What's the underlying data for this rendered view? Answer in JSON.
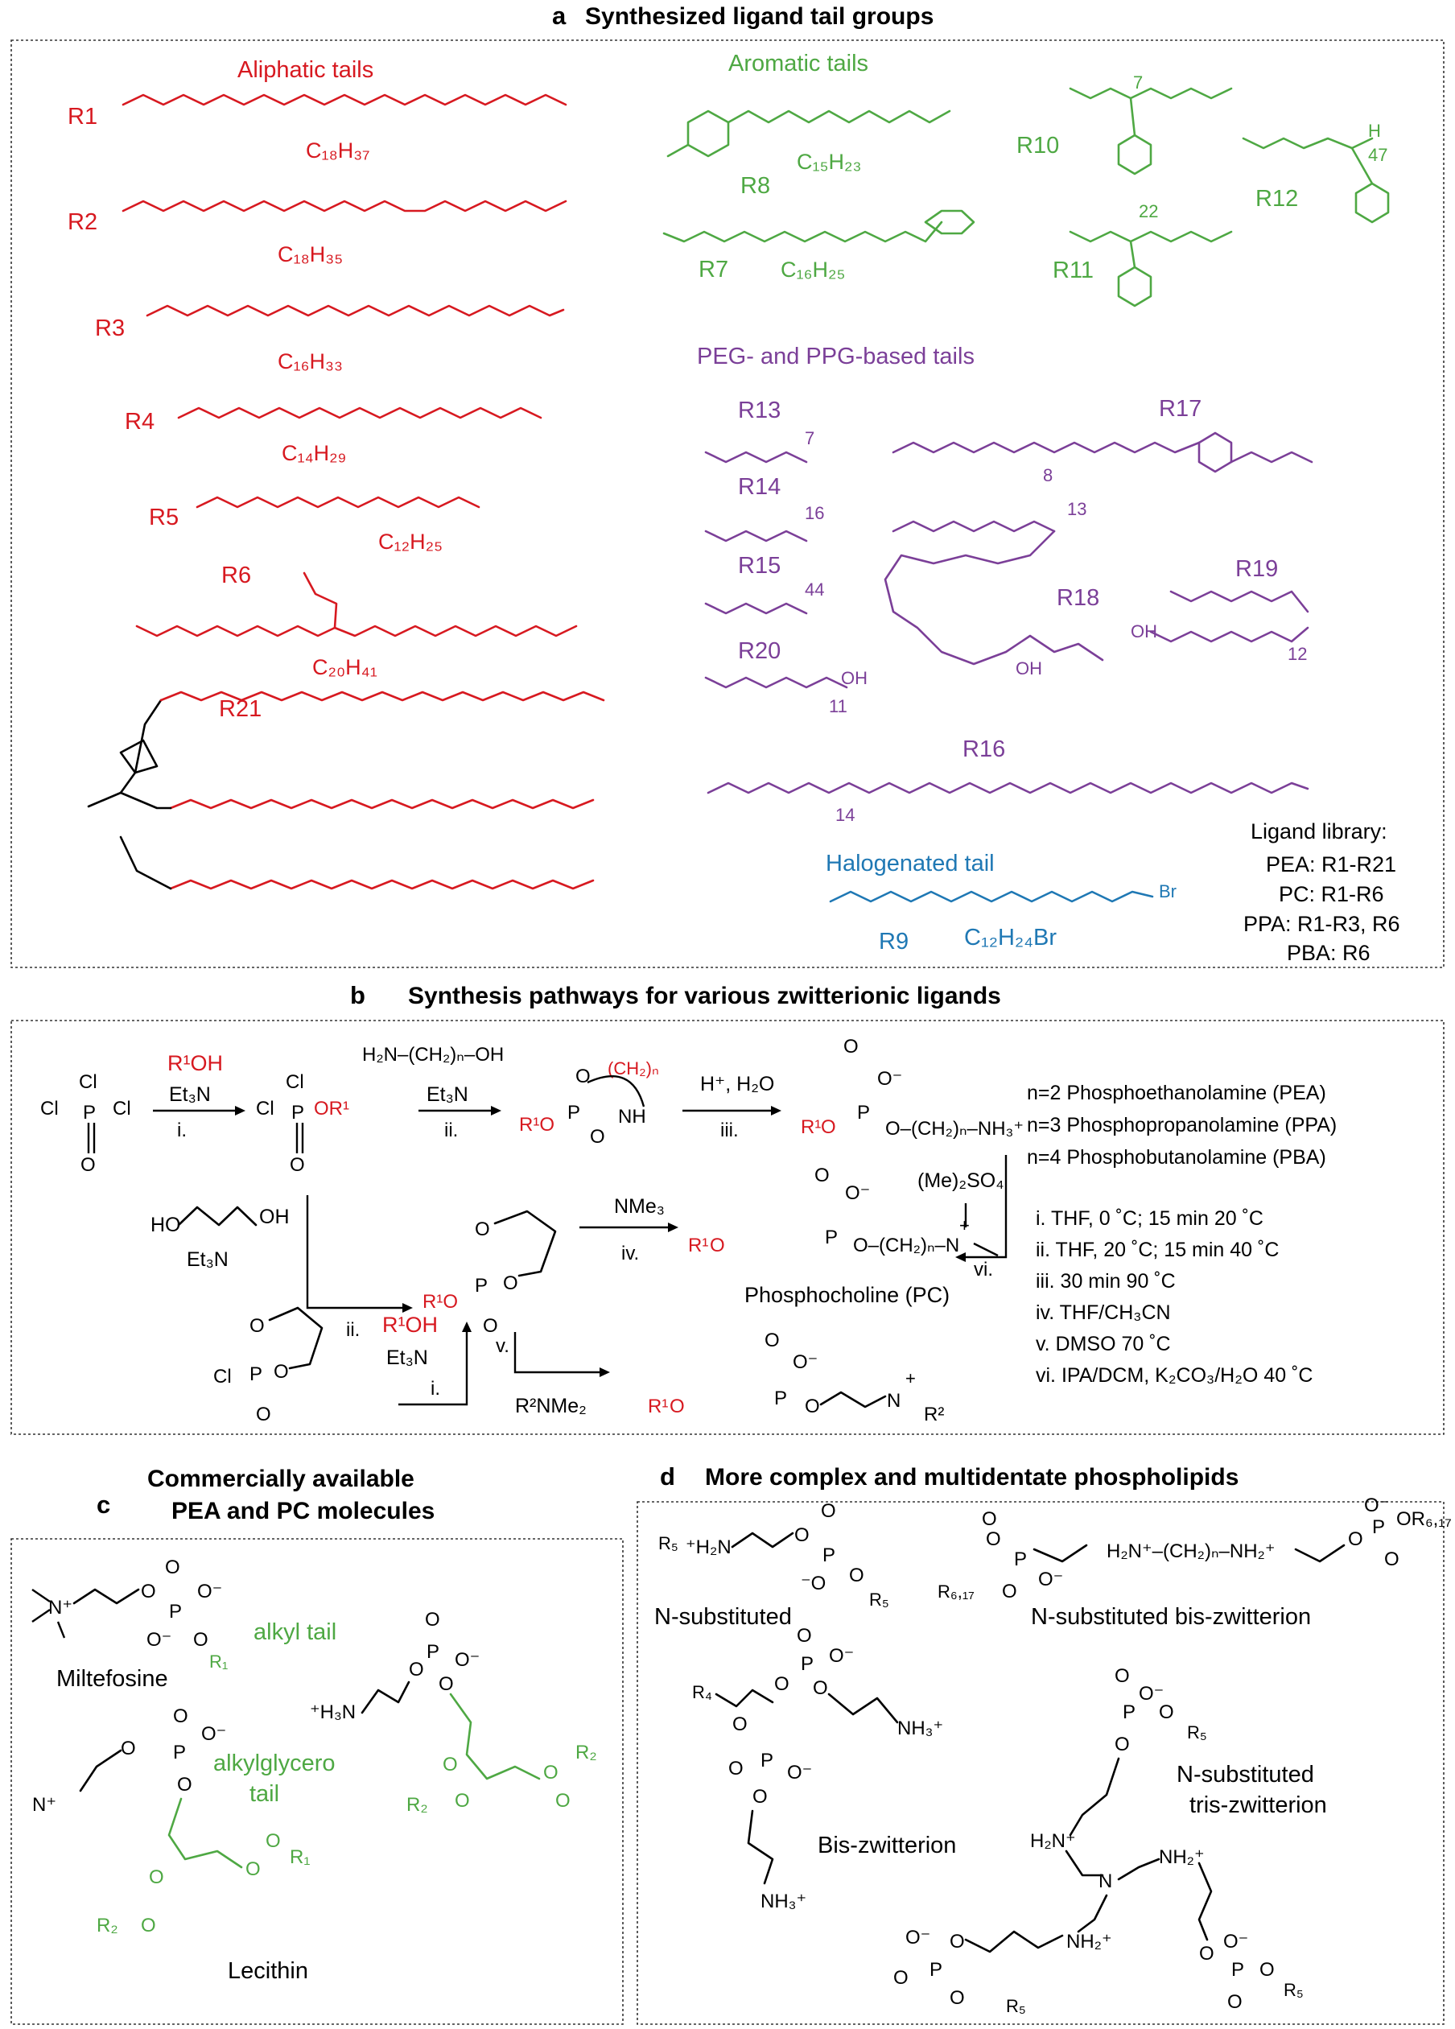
{
  "panel_a": {
    "letter": "a",
    "title": "Synthesized ligand tail groups",
    "aliphatic": {
      "heading": "Aliphatic tails",
      "items": [
        {
          "id": "R1",
          "formula": "C18H37"
        },
        {
          "id": "R2",
          "formula": "C18H35"
        },
        {
          "id": "R3",
          "formula": "C16H33"
        },
        {
          "id": "R4",
          "formula": "C14H29"
        },
        {
          "id": "R5",
          "formula": "C12H25"
        },
        {
          "id": "R6",
          "formula": "C20H41"
        },
        {
          "id": "R21",
          "formula": ""
        }
      ]
    },
    "aromatic": {
      "heading": "Aromatic tails",
      "items": [
        {
          "id": "R8",
          "formula": "C15H23"
        },
        {
          "id": "R7",
          "formula": "C16H25"
        },
        {
          "id": "R10",
          "sub": "7"
        },
        {
          "id": "R11",
          "sub": "22"
        },
        {
          "id": "R12",
          "sub": "47",
          "end": "H"
        }
      ]
    },
    "peg": {
      "heading": "PEG- and PPG-based tails",
      "items": [
        {
          "id": "R13",
          "sub": "7"
        },
        {
          "id": "R14",
          "sub": "16"
        },
        {
          "id": "R15",
          "sub": "44"
        },
        {
          "id": "R20",
          "sub": "11",
          "end": "OH"
        },
        {
          "id": "R17",
          "sub": "8"
        },
        {
          "id": "R18",
          "sub": "13",
          "end": "OH"
        },
        {
          "id": "R19",
          "sub": "12",
          "end": "OH"
        },
        {
          "id": "R16",
          "sub": "14"
        }
      ]
    },
    "halogenated": {
      "heading": "Halogenated tail",
      "items": [
        {
          "id": "R9",
          "formula": "C12H24Br",
          "end": "Br"
        }
      ]
    },
    "library": {
      "title": "Ligand library:",
      "lines": [
        "PEA: R1-R21",
        "PC: R1-R6",
        "PPA: R1-R3, R6",
        "PBA: R6"
      ]
    }
  },
  "panel_b": {
    "letter": "b",
    "title": "Synthesis pathways for various zwitterionic ligands",
    "reagents": {
      "step1_top": "R¹OH",
      "step1_bottom": "Et₃N",
      "step2_top": "H₂N–(CH₂)ₙ–OH",
      "step2_bottom": "Et₃N",
      "step3_top": "H⁺, H₂O",
      "diol": "HO",
      "diol_right": "OH",
      "diol_base": "Et₃N",
      "nme3": "NMe₃",
      "me2so4": "(Me)₂SO₄",
      "r1oh_low": "R¹OH",
      "et3n_low": "Et₃N",
      "r2nme2": "R²NMe₂",
      "pc_name": "Phosphocholine (PC)"
    },
    "step_marks": [
      "i.",
      "ii.",
      "iii.",
      "ii.",
      "iv.",
      "vi.",
      "i.",
      "v."
    ],
    "amines": [
      "n=2 Phosphoethanolamine (PEA)",
      "n=3 Phosphopropanolamine (PPA)",
      "n=4 Phosphobutanolamine (PBA)"
    ],
    "conditions": [
      "i. THF, 0 ˚C; 15 min 20 ˚C",
      "ii. THF, 20 ˚C; 15 min 40 ˚C",
      "iii. 30 min 90 ˚C",
      "iv. THF/CH₃CN",
      "v. DMSO 70 ˚C",
      "vi. IPA/DCM, K₂CO₃/H₂O 40 ˚C"
    ]
  },
  "panel_c": {
    "letter": "c",
    "title_line1": "Commercially available",
    "title_line2": "PEA and PC molecules",
    "miltefosine": "Miltefosine",
    "alkyl_tail": "alkyl tail",
    "alkylglycero_1": "alkylglycero",
    "alkylglycero_2": "tail",
    "lecithin": "Lecithin"
  },
  "panel_d": {
    "letter": "d",
    "title": "More complex and multidentate  phospholipids",
    "n_sub": "N-substituted",
    "n_sub_bis": "N-substituted bis-zwitterion",
    "bis": "Bis-zwitterion",
    "tris_1": "N-substituted",
    "tris_2": "tris-zwitterion"
  }
}
